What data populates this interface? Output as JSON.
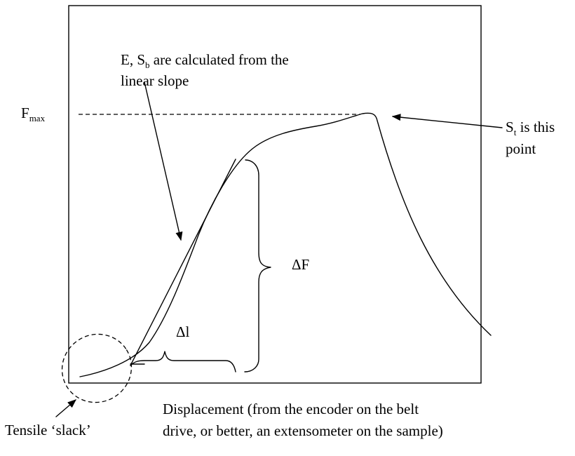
{
  "labels": {
    "calc_note_line1_prefix": "E, S",
    "calc_note_line1_sub": "b",
    "calc_note_line1_suffix": " are calculated from the",
    "calc_note_line2": "linear slope",
    "fmax_main": "F",
    "fmax_sub": "max",
    "st_line1_main": "S",
    "st_line1_sub": "t",
    "st_line1_suffix": " is this",
    "st_line2": "point",
    "delta_f": "ΔF",
    "delta_l": "Δl",
    "slack": "Tensile ‘slack’",
    "xaxis_line1": "Displacement (from the encoder on the belt",
    "xaxis_line2": "drive, or better, an extensometer on the sample)"
  }
}
